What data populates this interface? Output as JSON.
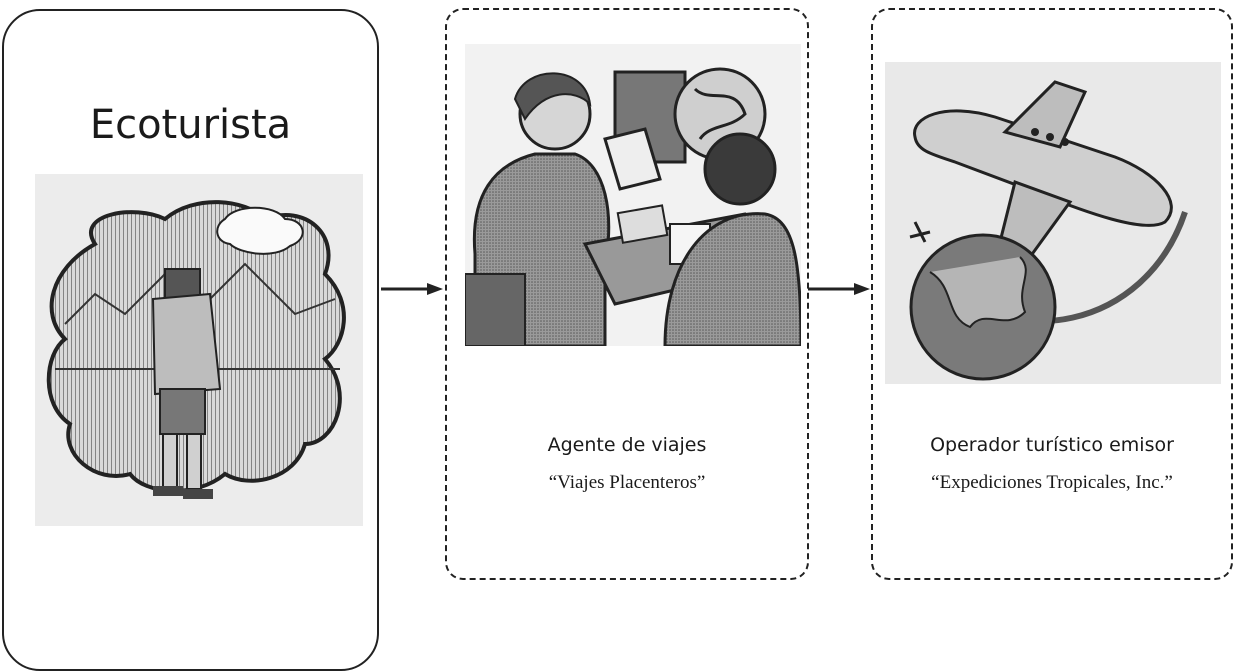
{
  "ecotourist": {
    "title": "Ecoturista",
    "image_icon": "ecotourist-photographer-illustration"
  },
  "travel_agent": {
    "title": "Agente de viajes",
    "subtitle": "“Viajes Placenteros”",
    "image_icon": "travel-agent-office-illustration"
  },
  "tour_operator": {
    "title": "Operador turístico emisor",
    "subtitle": "“Expediciones Tropicales, Inc.”",
    "image_icon": "airplane-globe-illustration"
  },
  "colors": {
    "stroke": "#222222",
    "hatch_gray": "#8a8a8a",
    "paper": "#efefef"
  }
}
